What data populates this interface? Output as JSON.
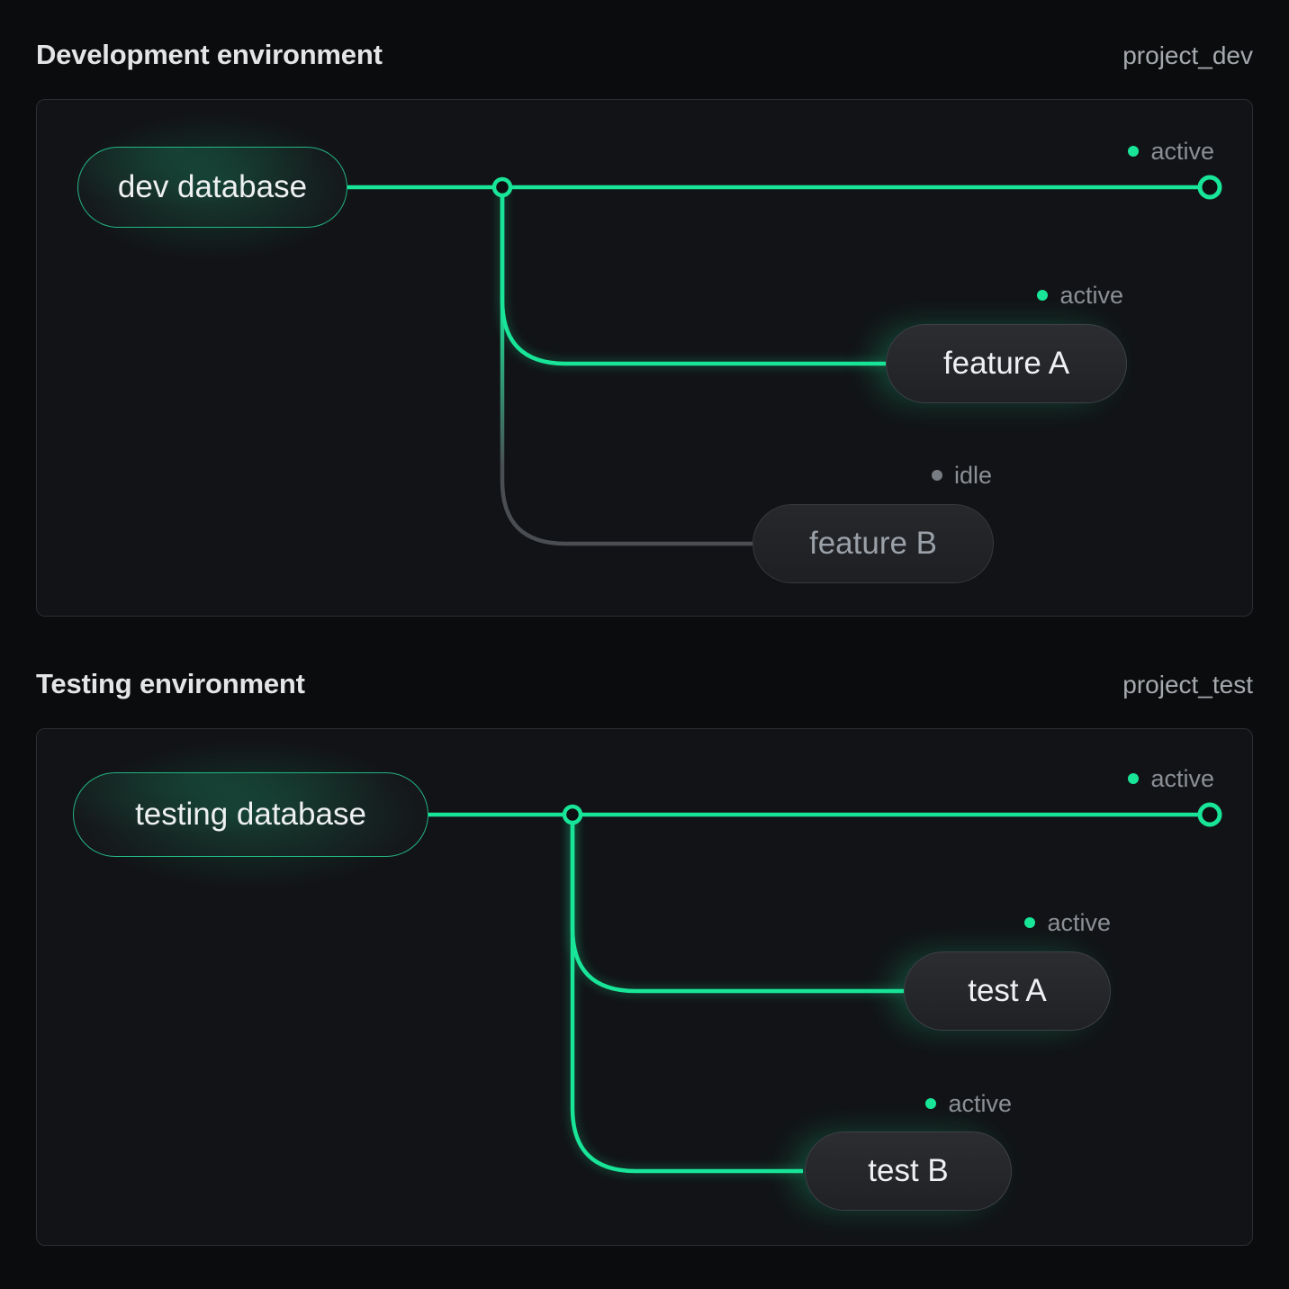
{
  "colors": {
    "accent": "#19e599",
    "wire_idle": "#4a4d52",
    "page_bg": "#0b0c0d",
    "panel_bg": "#121316",
    "panel_border": "#2b2e33",
    "title_text": "#e4e5e7",
    "project_text": "#a6aab0",
    "status_text": "#8b9096",
    "dot_idle": "#787c83",
    "pill_text_active": "#eef0f1",
    "pill_text_idle": "#9aa0a7"
  },
  "sections": [
    {
      "title": "Development environment",
      "project": "project_dev",
      "database": {
        "label": "dev database",
        "status": "active"
      },
      "branches": [
        {
          "label": "feature A",
          "status": "active"
        },
        {
          "label": "feature B",
          "status": "idle"
        }
      ]
    },
    {
      "title": "Testing environment",
      "project": "project_test",
      "database": {
        "label": "testing database",
        "status": "active"
      },
      "branches": [
        {
          "label": "test A",
          "status": "active"
        },
        {
          "label": "test B",
          "status": "active"
        }
      ]
    }
  ]
}
